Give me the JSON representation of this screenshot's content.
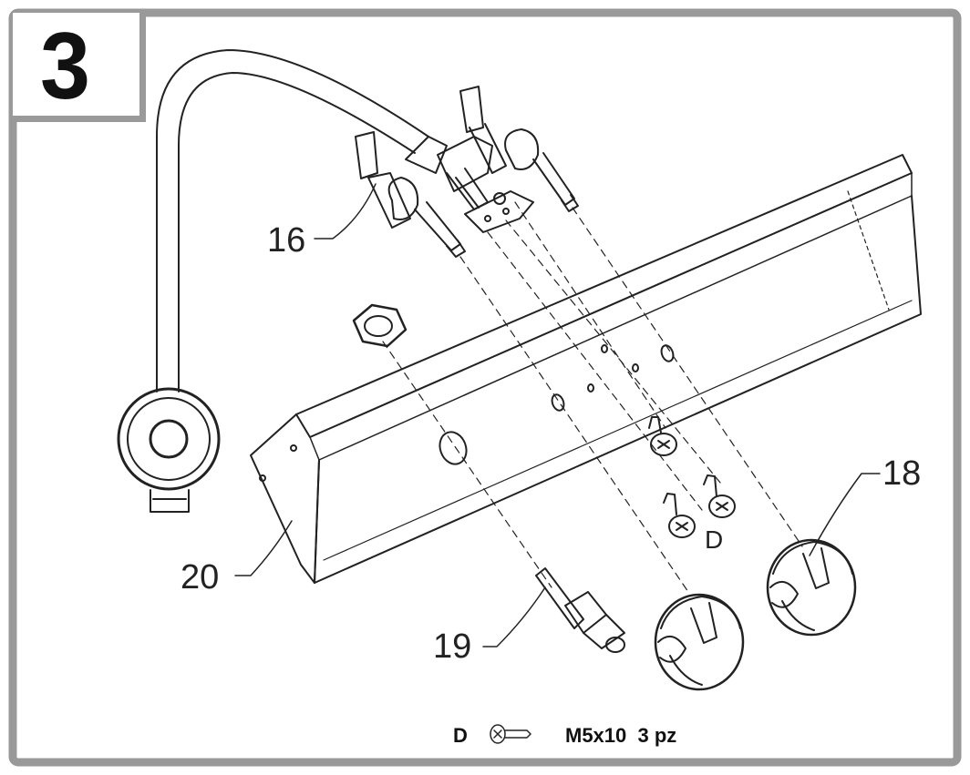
{
  "step_number": "3",
  "callouts": {
    "c16": "16",
    "c18": "18",
    "c19": "19",
    "c20": "20",
    "cD": "D"
  },
  "legend": {
    "letter": "D",
    "spec": "M5x10  3 pz"
  },
  "colors": {
    "frame": "#999999",
    "ink": "#222222",
    "background": "#ffffff"
  }
}
